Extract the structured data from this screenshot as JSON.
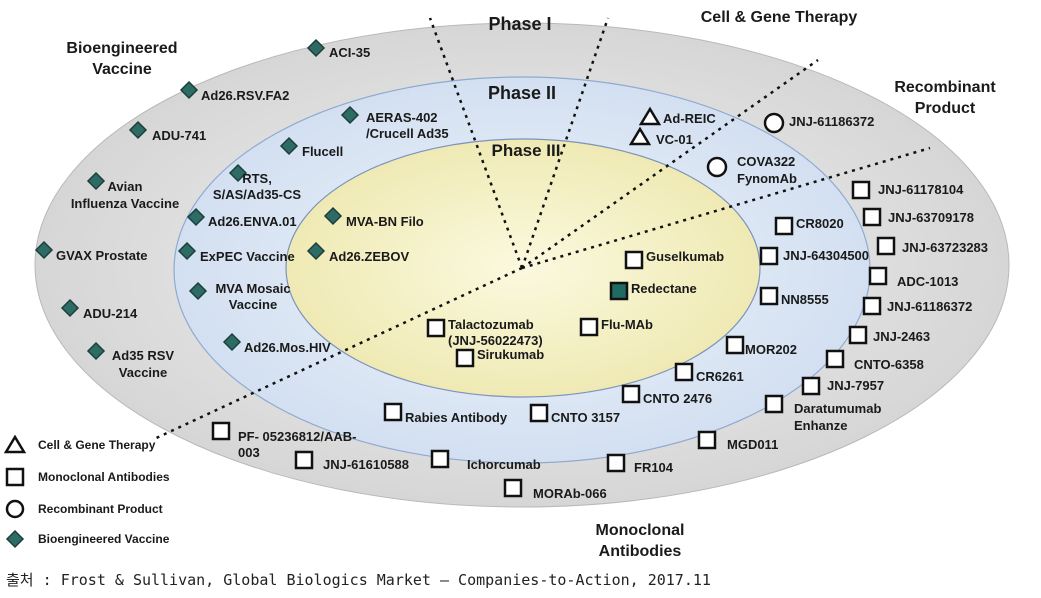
{
  "phases": {
    "phase1": "Phase I",
    "phase2": "Phase II",
    "phase3": "Phase III"
  },
  "categories": {
    "cell_gene": "Cell & Gene Therapy",
    "recombinant": [
      "Recombinant",
      "Product"
    ],
    "monoclonal": [
      "Monoclonal",
      "Antibodies"
    ],
    "vaccine": [
      "Bioengineered",
      "Vaccine"
    ]
  },
  "legend": [
    {
      "shape": "triangle",
      "label": "Cell & Gene Therapy"
    },
    {
      "shape": "square",
      "label": "Monoclonal Antibodies"
    },
    {
      "shape": "circle",
      "label": "Recombinant Product"
    },
    {
      "shape": "diamond",
      "label": "Bioengineered Vaccine"
    }
  ],
  "source": "출처 : Frost & Sullivan, Global Biologics Market – Companies-to-Action, 2017.11",
  "colors": {
    "outer_ring": "#d9d9d9",
    "middle_ring": "#dce6f4",
    "inner_core": "#f6f3c8",
    "diamond": "#2e6b65",
    "filled_square": "#1f6b63"
  },
  "products": [
    {
      "name": [
        "ACI-35"
      ],
      "shape": "diamond"
    },
    {
      "name": [
        "Ad26.RSV.FA2"
      ],
      "shape": "diamond"
    },
    {
      "name": [
        "ADU-741"
      ],
      "shape": "diamond"
    },
    {
      "name": [
        "Avian",
        "Influenza Vaccine"
      ],
      "shape": "diamond"
    },
    {
      "name": [
        "GVAX Prostate"
      ],
      "shape": "diamond"
    },
    {
      "name": [
        "ADU-214"
      ],
      "shape": "diamond"
    },
    {
      "name": [
        "Ad35 RSV",
        "Vaccine"
      ],
      "shape": "diamond"
    },
    {
      "name": [
        "AERAS-402",
        "/Crucell Ad35"
      ],
      "shape": "diamond"
    },
    {
      "name": [
        "Flucell"
      ],
      "shape": "diamond"
    },
    {
      "name": [
        "RTS,",
        "S/AS/Ad35-CS"
      ],
      "shape": "diamond"
    },
    {
      "name": [
        "Ad26.ENVA.01"
      ],
      "shape": "diamond"
    },
    {
      "name": [
        "ExPEC Vaccine"
      ],
      "shape": "diamond"
    },
    {
      "name": [
        "MVA Mosaic",
        "Vaccine"
      ],
      "shape": "diamond"
    },
    {
      "name": [
        "Ad26.Mos.HIV"
      ],
      "shape": "diamond"
    },
    {
      "name": [
        "MVA-BN Filo"
      ],
      "shape": "diamond"
    },
    {
      "name": [
        "Ad26.ZEBOV"
      ],
      "shape": "diamond"
    },
    {
      "name": [
        "Ad-REIC"
      ],
      "shape": "triangle"
    },
    {
      "name": [
        "VC-01"
      ],
      "shape": "triangle"
    },
    {
      "name": [
        "JNJ-61186372"
      ],
      "shape": "circle"
    },
    {
      "name": [
        "COVA322",
        "FynomAb"
      ],
      "shape": "circle"
    },
    {
      "name": [
        "Guselkumab"
      ],
      "shape": "square"
    },
    {
      "name": [
        "Redectane"
      ],
      "shape": "filled-square"
    },
    {
      "name": [
        "Talactozumab",
        "(JNJ-56022473)"
      ],
      "shape": "square"
    },
    {
      "name": [
        "Sirukumab"
      ],
      "shape": "square"
    },
    {
      "name": [
        "Flu-MAb"
      ],
      "shape": "square"
    },
    {
      "name": [
        "CR8020"
      ],
      "shape": "square"
    },
    {
      "name": [
        "JNJ-64304500"
      ],
      "shape": "square"
    },
    {
      "name": [
        "NN8555"
      ],
      "shape": "square"
    },
    {
      "name": [
        "MOR202"
      ],
      "shape": "square"
    },
    {
      "name": [
        "CR6261"
      ],
      "shape": "square"
    },
    {
      "name": [
        "CNTO 2476"
      ],
      "shape": "square"
    },
    {
      "name": [
        "Rabies Antibody"
      ],
      "shape": "square"
    },
    {
      "name": [
        "CNTO 3157"
      ],
      "shape": "square"
    },
    {
      "name": [
        "JNJ-61178104"
      ],
      "shape": "square"
    },
    {
      "name": [
        "JNJ-63709178"
      ],
      "shape": "square"
    },
    {
      "name": [
        "JNJ-63723283"
      ],
      "shape": "square"
    },
    {
      "name": [
        "ADC-1013"
      ],
      "shape": "square"
    },
    {
      "name": [
        "JNJ-61186372"
      ],
      "shape": "square"
    },
    {
      "name": [
        "JNJ-2463"
      ],
      "shape": "square"
    },
    {
      "name": [
        "CNTO-6358"
      ],
      "shape": "square"
    },
    {
      "name": [
        "JNJ-7957"
      ],
      "shape": "square"
    },
    {
      "name": [
        "Daratumumab",
        "Enhanze"
      ],
      "shape": "square"
    },
    {
      "name": [
        "MGD011"
      ],
      "shape": "square"
    },
    {
      "name": [
        "FR104"
      ],
      "shape": "square"
    },
    {
      "name": [
        "MORAb-066"
      ],
      "shape": "square"
    },
    {
      "name": [
        "Ichorcumab"
      ],
      "shape": "square"
    },
    {
      "name": [
        "JNJ-61610588"
      ],
      "shape": "square"
    },
    {
      "name": [
        "PF- 05236812/AAB-",
        "003"
      ],
      "shape": "square"
    }
  ]
}
